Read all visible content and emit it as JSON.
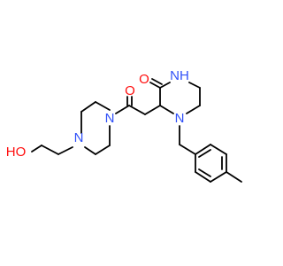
{
  "atom_labels": {
    "oxygen_ketone": "O",
    "oxygen_lactam": "O",
    "nitrogen_amide": "N",
    "nitrogen_piperazine": "N",
    "nitrogen_lactam": "NH",
    "nitrogen_benzyl": "N",
    "hydroxyl": "HO"
  },
  "colors": {
    "bond": "#000000",
    "oxygen": "#ff0d0d",
    "nitrogen": "#3050f8"
  }
}
